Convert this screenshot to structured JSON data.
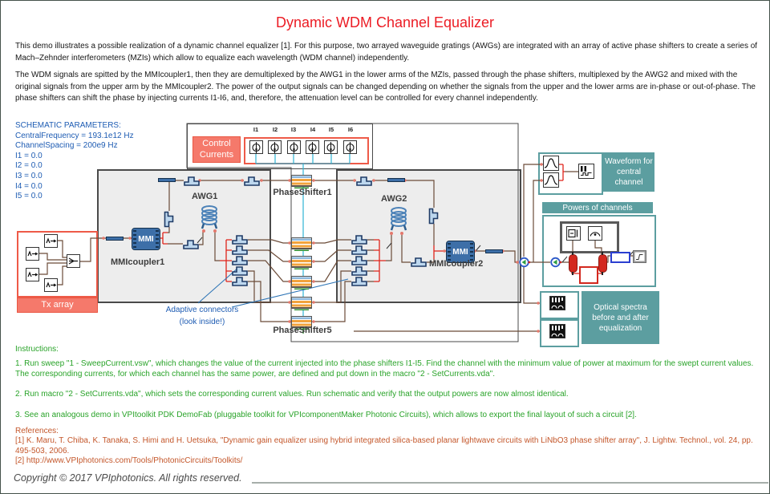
{
  "header": {
    "title": "Dynamic WDM Channel Equalizer"
  },
  "intro": {
    "p1": "This demo illustrates a possible realization of a dynamic channel equalizer [1]. For this purpose, two arrayed waveguide gratings (AWGs) are integrated with an array of active phase shifters to create a series of Mach–Zehnder interferometers (MZIs) which allow to equalize each wavelength (WDM channel) independently.",
    "p2": "The WDM signals are spitted by the MMIcoupler1, then they are demultiplexed by the AWG1 in the lower arms of the MZIs, passed through the phase shifters, multiplexed by the AWG2 and mixed with the original signals from the upper arm by the MMIcoupler2. The power of the output signals can be changed depending on whether the signals from the upper and the lower arms are in-phase or out-of-phase. The phase shifters can shift the phase by injecting currents I1-I6, and, therefore, the attenuation level can be controlled for every channel independently."
  },
  "parameters": {
    "heading": "SCHEMATIC PARAMETERS:",
    "lines": [
      "CentralFrequency = 193.1e12 Hz",
      "ChannelSpacing = 200e9 Hz",
      "I1 = 0.0",
      "I2 = 0.0",
      "I3 = 0.0",
      "I4 = 0.0",
      "I5 = 0.0"
    ]
  },
  "schematic": {
    "control_currents_label": "Control Currents",
    "current_labels": [
      "I1",
      "I2",
      "I3",
      "I4",
      "I5",
      "I6"
    ],
    "tx_array_label": "Tx array",
    "awg1_label": "AWG1",
    "awg2_label": "AWG2",
    "mmi_text": "MMI",
    "mmicoupler1_label": "MMIcoupler1",
    "mmicoupler2_label": "MMIcoupler2",
    "phaseshifter1_label": "PhaseShifter1",
    "phaseshifter5_label": "PhaseShifter5",
    "adaptive_note_line1": "Adaptive connectors",
    "adaptive_note_line2": "(look inside!)",
    "annotations": {
      "waveform": "Waveform for central channel",
      "powers": "Powers of channels",
      "spectra": "Optical spectra before and after equalization"
    }
  },
  "instructions": {
    "heading": "Instructions:",
    "items": [
      "1. Run sweep \"1 - SweepCurrent.vsw\", which changes the value of the current injected into the phase shifters I1-I5. Find the channel with the minimum value of power at maximum for the swept current values. The corresponding currents, for which each channel has the same power, are defined and put down in the macro \"2 - SetCurrents.vda\".",
      "2. Run macro \"2 - SetCurrents.vda\", which sets the corresponding current values. Run schematic and verify that the output powers are now almost identical.",
      "3. See an analogous demo in VPItoolkit PDK DemoFab (pluggable toolkit for VPIcomponentMaker Photonic Circuits), which allows to export the final layout of such a circuit [2]."
    ]
  },
  "references": {
    "heading": "References:",
    "items": [
      "[1] K. Maru, T. Chiba, K. Tanaka, S. Himi and H. Uetsuka, \"Dynamic gain equalizer using hybrid integrated silica-based planar lightwave circuits with LiNbO3 phase shifter array\",  J. Lightw. Technol., vol. 24, pp. 495-503, 2006.",
      "[2] http://www.VPIphotonics.com/Tools/PhotonicCircuits/Toolkits/"
    ]
  },
  "footer": {
    "copyright": "Copyright © 2017 VPIphotonics. All rights reserved."
  },
  "colors": {
    "title_red": "#EC1C24",
    "parameter_blue": "#1E5CB3",
    "instruction_green": "#29A329",
    "reference_orange": "#C4572B",
    "annotation_teal": "#5C9EA0",
    "annotation_salmon": "#F5796B",
    "component_steel_blue": "#3D6FA8",
    "wire_brown": "#6B4B38",
    "wire_red": "#E0241B",
    "wire_cyan": "#2FB4D4",
    "phase_shifter_orange": "#F2A33C"
  }
}
